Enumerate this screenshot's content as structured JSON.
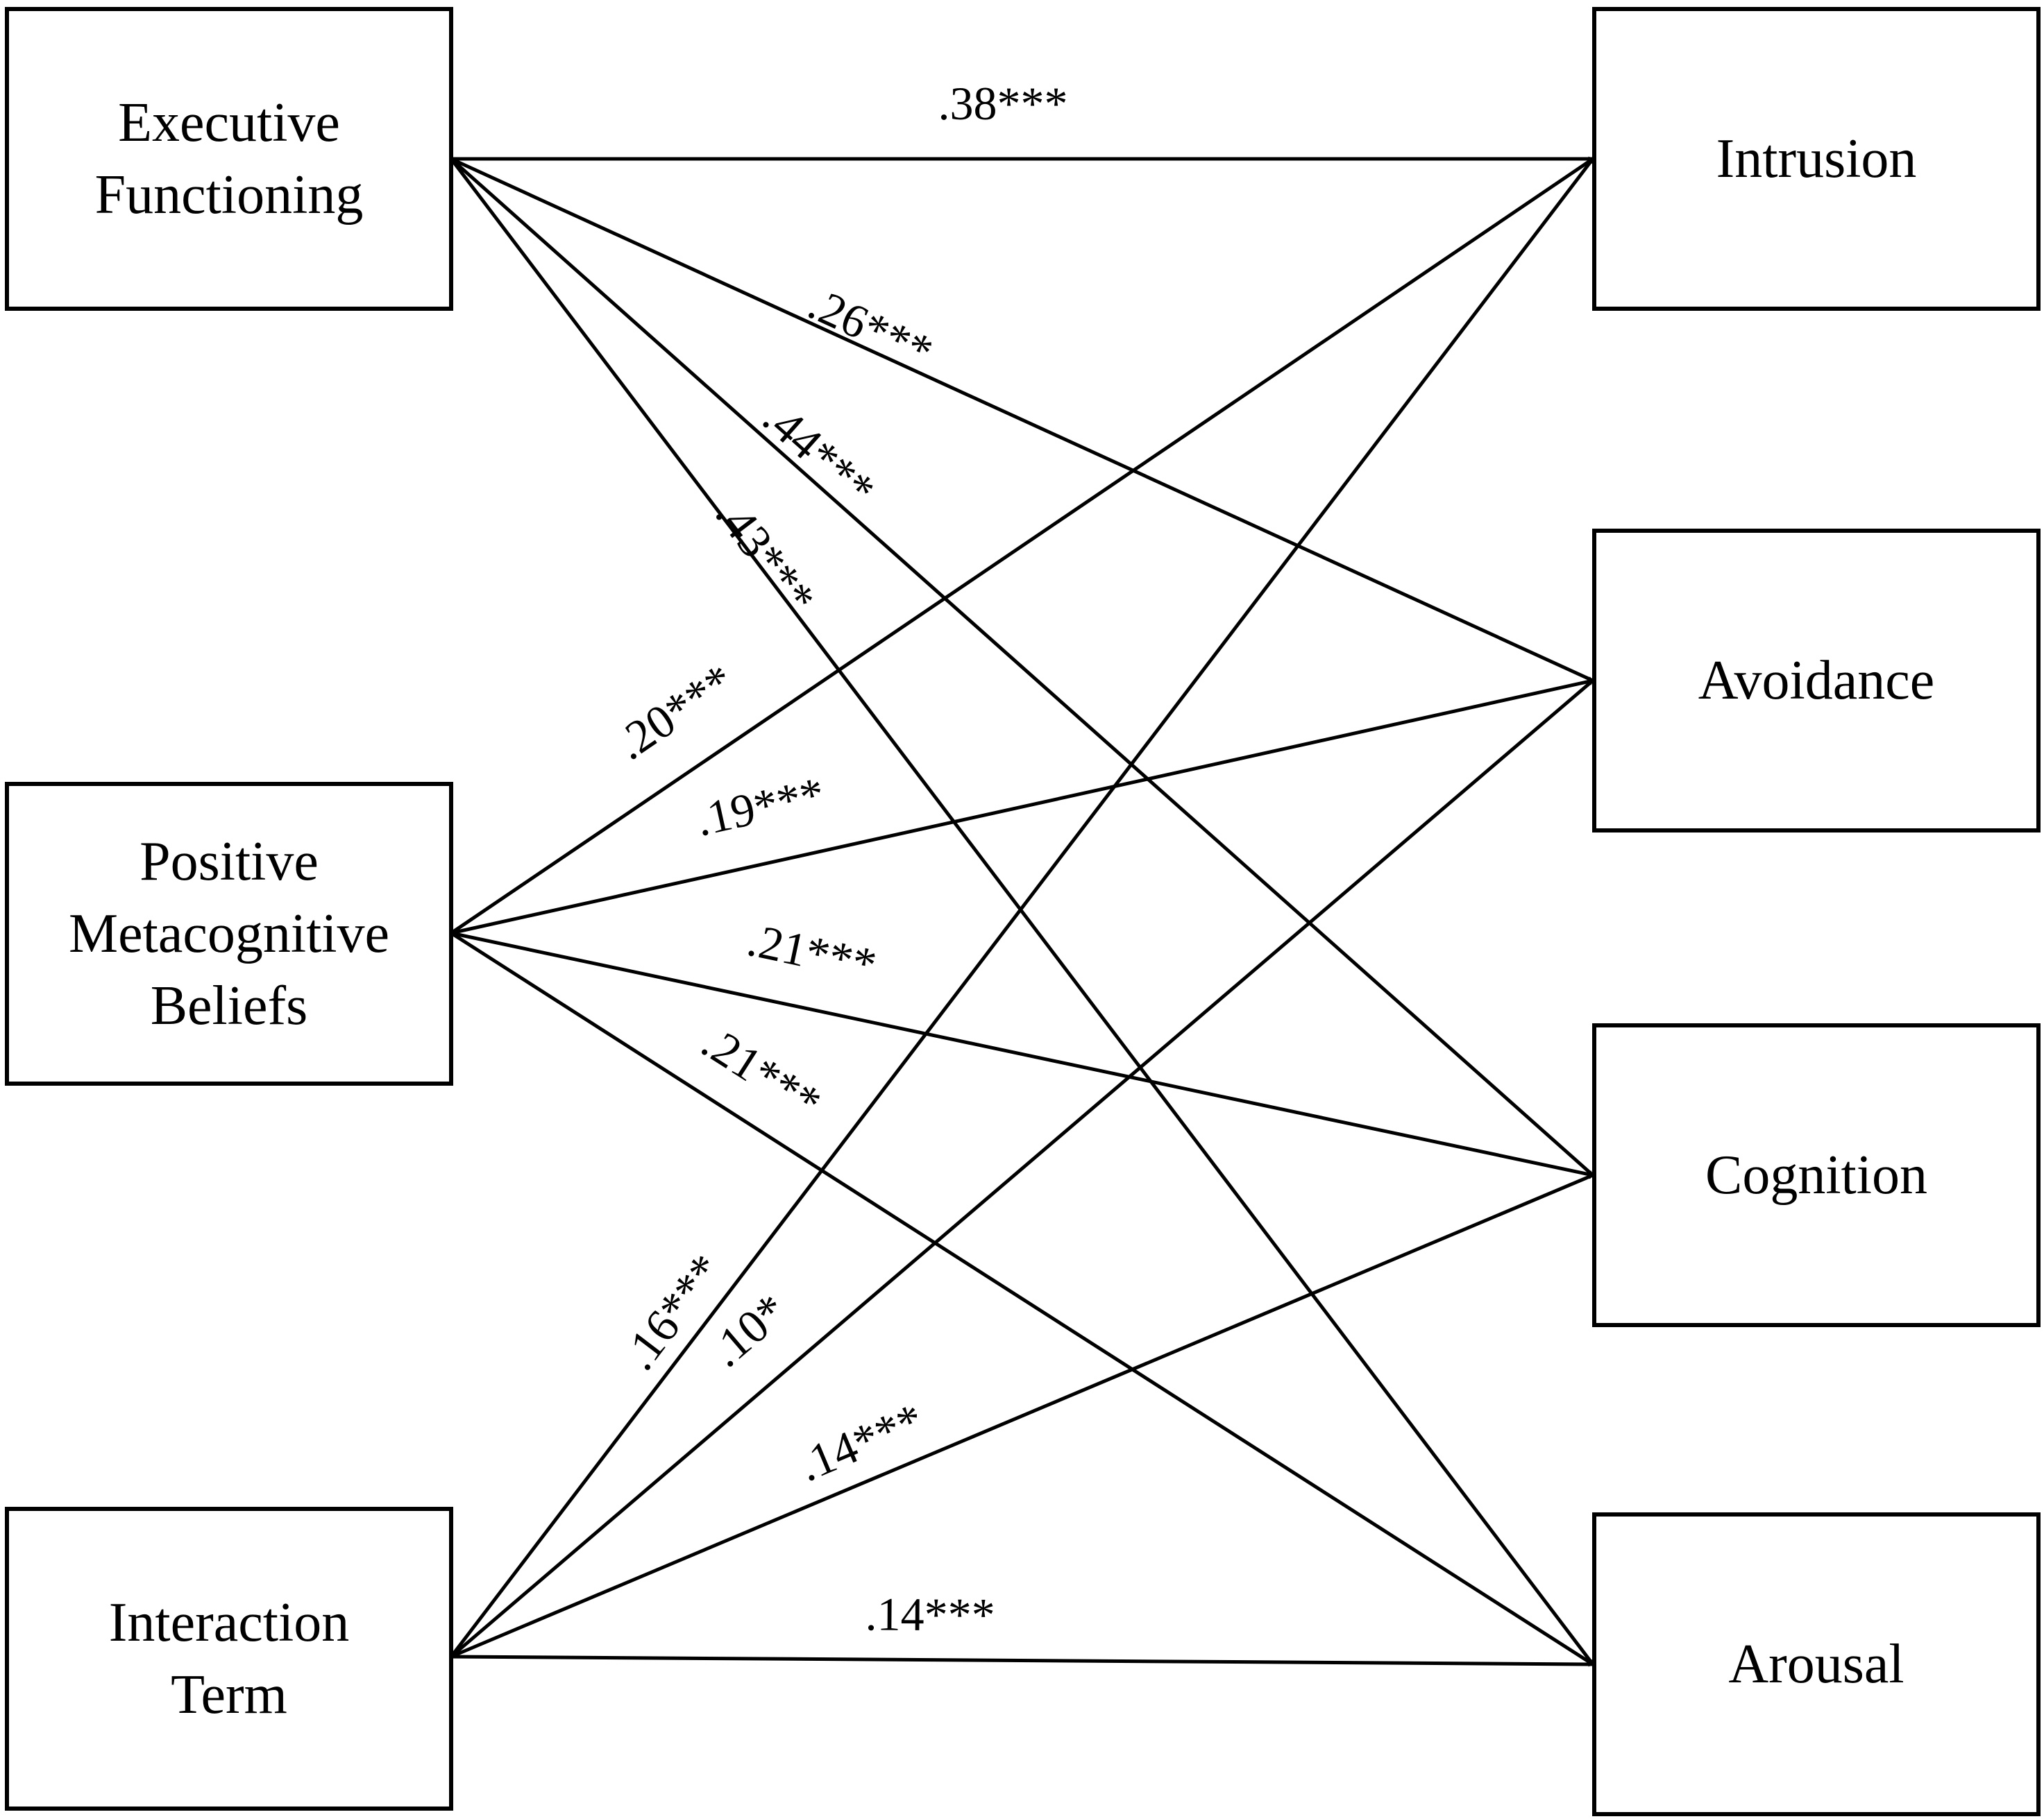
{
  "predictors": [
    {
      "id": "ef",
      "lines": [
        "Executive",
        "Functioning"
      ]
    },
    {
      "id": "pmb",
      "lines": [
        "Positive",
        "Metacognitive",
        "Beliefs"
      ]
    },
    {
      "id": "it",
      "lines": [
        "Interaction",
        "Term"
      ]
    }
  ],
  "outcomes": [
    {
      "id": "intrusion",
      "lines": [
        "Intrusion"
      ]
    },
    {
      "id": "avoidance",
      "lines": [
        "Avoidance"
      ]
    },
    {
      "id": "cognition",
      "lines": [
        "Cognition"
      ]
    },
    {
      "id": "arousal",
      "lines": [
        "Arousal"
      ]
    }
  ],
  "paths": [
    {
      "from": "ef",
      "to": "intrusion",
      "label": ".38***"
    },
    {
      "from": "ef",
      "to": "avoidance",
      "label": ".26***"
    },
    {
      "from": "ef",
      "to": "cognition",
      "label": ".44***"
    },
    {
      "from": "ef",
      "to": "arousal",
      "label": ".43***"
    },
    {
      "from": "pmb",
      "to": "intrusion",
      "label": ".20***"
    },
    {
      "from": "pmb",
      "to": "avoidance",
      "label": ".19***"
    },
    {
      "from": "pmb",
      "to": "cognition",
      "label": ".21***"
    },
    {
      "from": "pmb",
      "to": "arousal",
      "label": ".21***"
    },
    {
      "from": "it",
      "to": "intrusion",
      "label": ".16***"
    },
    {
      "from": "it",
      "to": "avoidance",
      "label": ".10*"
    },
    {
      "from": "it",
      "to": "cognition",
      "label": ".14***"
    },
    {
      "from": "it",
      "to": "arousal",
      "label": ".14***"
    }
  ]
}
